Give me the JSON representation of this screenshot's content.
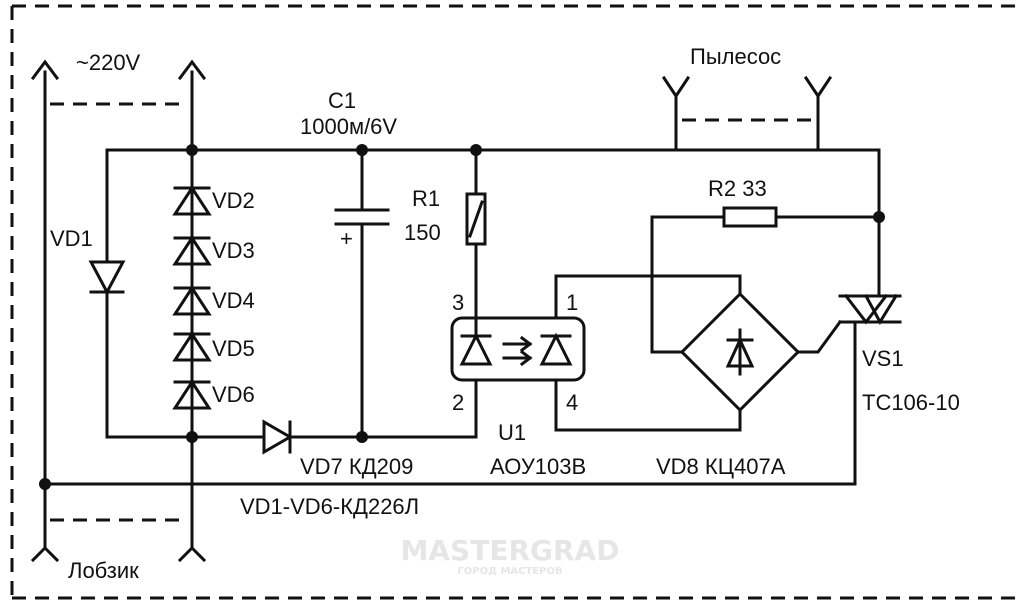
{
  "labels": {
    "mains": "~220V",
    "c1_name": "C1",
    "c1_value": "1000м/6V",
    "c1_plus": "+",
    "r1_name": "R1",
    "r1_value": "150",
    "r2": "R2 33",
    "vd1": "VD1",
    "vd2": "VD2",
    "vd3": "VD3",
    "vd4": "VD4",
    "vd5": "VD5",
    "vd6": "VD6",
    "vd7": "VD7 КД209",
    "vd_group": "VD1-VD6-КД226Л",
    "u1_name": "U1",
    "u1_type": "АОУ103В",
    "pin1": "1",
    "pin2": "2",
    "pin3": "3",
    "pin4": "4",
    "vd8": "VD8 КЦ407А",
    "vs1_name": "VS1",
    "vs1_type": "ТС106-10",
    "vacuum": "Пылесос",
    "jigsaw": "Лобзик"
  },
  "watermark": {
    "main": "MASTERGRAD",
    "sub": "ГОРОД МАСТЕРОВ"
  }
}
